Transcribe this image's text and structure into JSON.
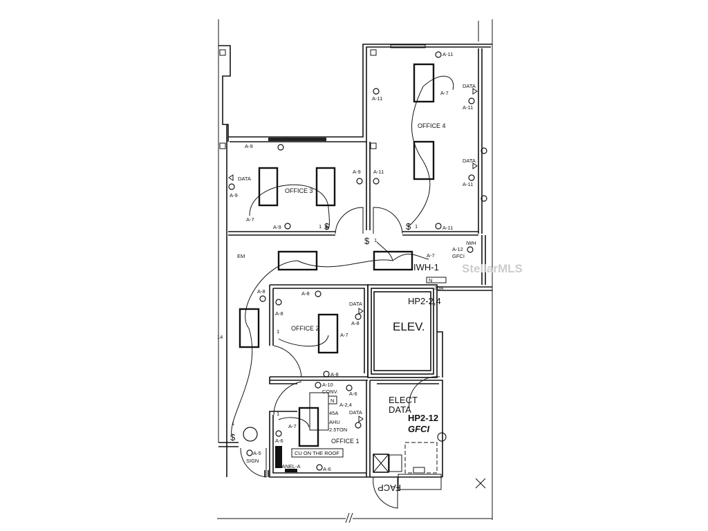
{
  "rooms": {
    "office1": "OFFICE 1",
    "office2": "OFFICE 2",
    "office3": "OFFICE 3",
    "office4": "OFFICE 4",
    "elevator": "ELEV.",
    "elect_line1": "ELECT",
    "elect_line2": "DATA"
  },
  "equipment": {
    "hp_elev": "HP2-2,4",
    "hp_elect": "HP2-12",
    "gfci_elect": "GFCI",
    "iwh1": "IWH-1",
    "iwh": "IWH",
    "a12": "A-12",
    "gfci": "GFCI",
    "em": "EM",
    "cu_roof": "CU ON THE ROOF",
    "panel": "PANEL-A",
    "ahu1": "AHU",
    "ahu2": "2.5TON",
    "amp45": "45A",
    "n1": "N",
    "n2": "N",
    "amp30": "30A",
    "a24": "A-2,4",
    "a10": "A-10",
    "conv": "CONV.",
    "facp": "FACP",
    "a5": "A-5",
    "sign": "SIGN",
    "num14": "14"
  },
  "labels": {
    "data": "DATA",
    "a6": "A-6",
    "a7": "A-7",
    "a8": "A-8",
    "a9": "A-9",
    "a11": "A-11",
    "circle1": "1",
    "switch": "$"
  },
  "watermark": "StellarMLS"
}
